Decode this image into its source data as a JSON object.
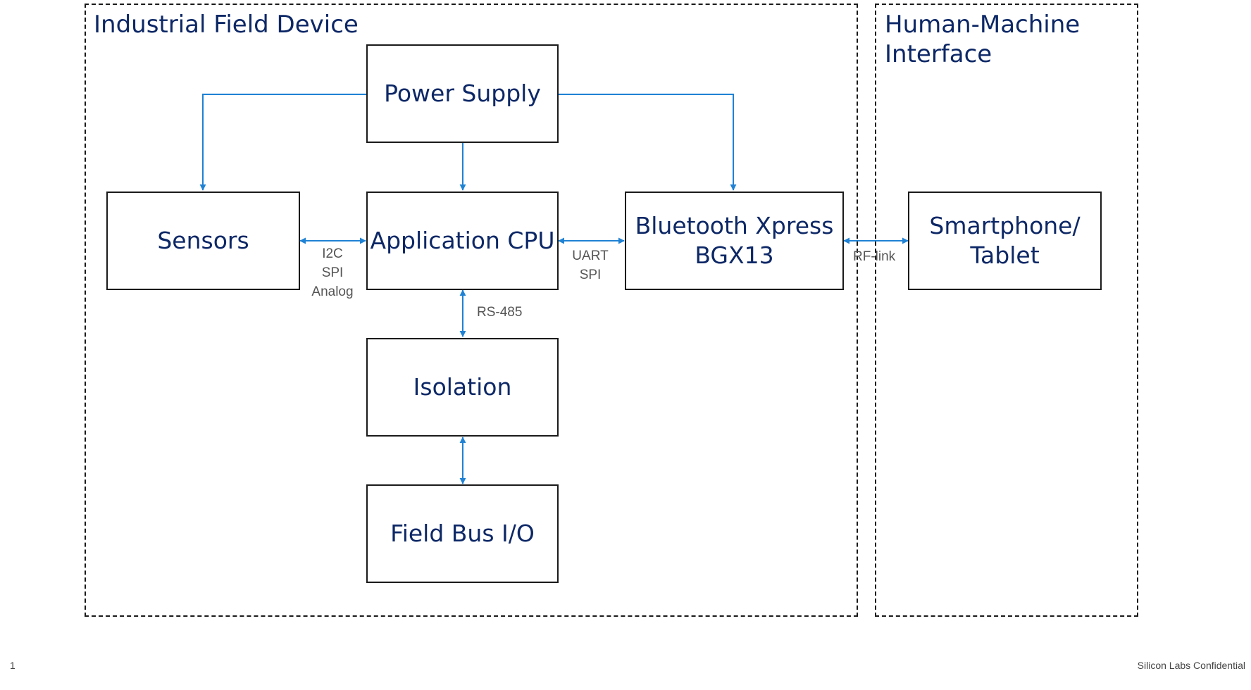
{
  "regions": {
    "industrial": {
      "title": "Industrial Field Device"
    },
    "hmi": {
      "title": "Human-Machine\nInterface"
    }
  },
  "blocks": {
    "power_supply": "Power Supply",
    "sensors": "Sensors",
    "application_cpu": "Application CPU",
    "bluetooth": "Bluetooth Xpress\nBGX13",
    "isolation": "Isolation",
    "field_bus": "Field Bus I/O",
    "smartphone": "Smartphone/\nTablet"
  },
  "links": {
    "sensors_cpu": [
      "I2C",
      "SPI",
      "Analog"
    ],
    "cpu_bluetooth": [
      "UART",
      "SPI"
    ],
    "cpu_isolation": "RS-485",
    "bluetooth_phone": "RF-link"
  },
  "footer": {
    "page_number": "1",
    "confidential": "Silicon Labs Confidential"
  },
  "colors": {
    "block_text": "#0d2866",
    "connector": "#1f82d4",
    "border": "#1a1a1a"
  }
}
